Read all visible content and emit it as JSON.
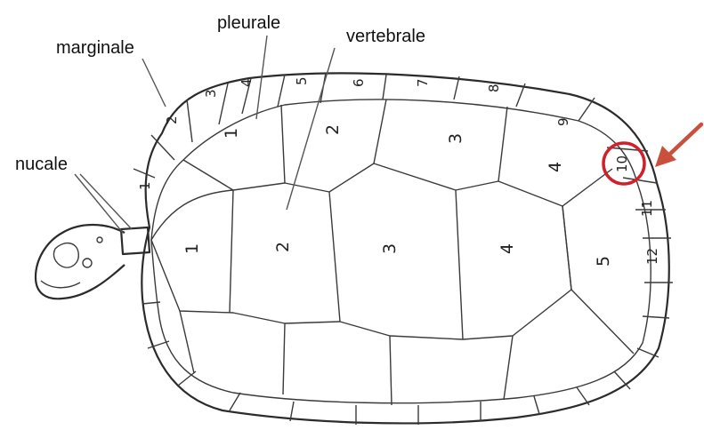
{
  "labels": {
    "marginale": "marginale",
    "pleurale": "pleurale",
    "vertebrale": "vertebrale",
    "nucale": "nucale"
  },
  "vertebral_numbers": [
    "1",
    "2",
    "3",
    "4",
    "5"
  ],
  "pleural_numbers": [
    "1",
    "2",
    "3",
    "4"
  ],
  "marginal_numbers": [
    "1",
    "2",
    "3",
    "4",
    "5",
    "6",
    "7",
    "8",
    "9",
    "10",
    "11",
    "12"
  ],
  "highlight": {
    "scute": "10",
    "circle_color": "#d0202a",
    "arrow_color": "#c8503c"
  },
  "colors": {
    "line": "#2b2b2b",
    "background": "#ffffff"
  }
}
